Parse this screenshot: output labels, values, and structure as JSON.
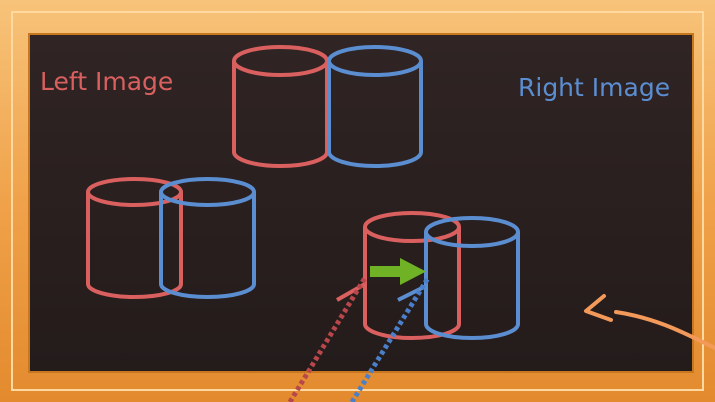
{
  "labels": {
    "left": "Left Image",
    "right": "Right Image"
  },
  "colors": {
    "left": "#d9605f",
    "right": "#5b8ed1",
    "arrow": "#6fb225",
    "frame": "#f0a24a",
    "pointer": "#f39a5a",
    "background": "#2a1f1f"
  },
  "diagram": {
    "frame": "wooden-style orange picture frame",
    "pairs": [
      {
        "name": "top-pair",
        "overlap": "touching"
      },
      {
        "name": "middle-left-pair",
        "overlap": "partial"
      },
      {
        "name": "bottom-right-pair",
        "overlap": "partial",
        "annotated": true
      }
    ]
  }
}
